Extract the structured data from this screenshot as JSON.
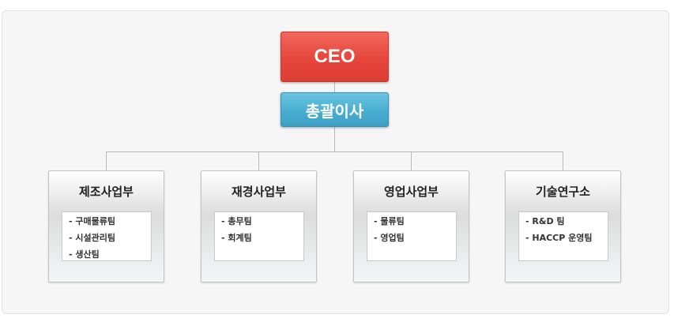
{
  "ceo": {
    "label": "CEO"
  },
  "general_manager": {
    "label": "총괄이사"
  },
  "divisions": [
    {
      "title": "제조사업부",
      "teams": [
        "- 구매물류팀",
        "- 시설관리팀",
        "- 생산팀"
      ]
    },
    {
      "title": "재경사업부",
      "teams": [
        "- 총무팀",
        "- 회계팀"
      ]
    },
    {
      "title": "영업사업부",
      "teams": [
        "- 물류팀",
        "- 영업팀"
      ]
    },
    {
      "title": "기술연구소",
      "teams": [
        "- R&D 팀",
        "- HACCP 운영팀"
      ]
    }
  ],
  "colors": {
    "ceo": "#e6463c",
    "general_manager": "#48aed1",
    "connector": "#b9b9b9"
  }
}
